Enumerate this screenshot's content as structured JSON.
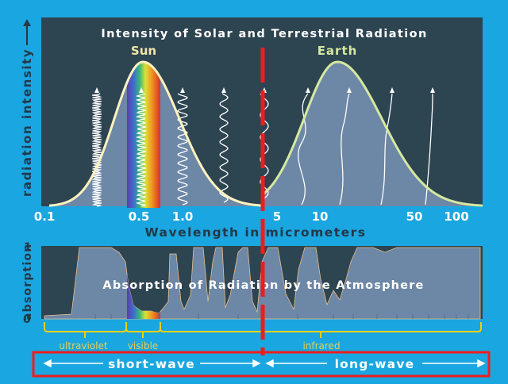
{
  "upper": {
    "title": "Intensity of Solar and Terrestrial Radiation",
    "sun_label": "Sun",
    "earth_label": "Earth",
    "ylabel": "radiation intensity"
  },
  "xaxis": {
    "label": "Wavelength in micrometers",
    "ticks": [
      "0.1",
      "0.5",
      "1.0",
      "5",
      "10",
      "50",
      "100"
    ]
  },
  "lower": {
    "title": "Absorption of Radiation by the Atmosphere",
    "ylabel": "absorption",
    "ytick_top": "1",
    "ytick_bottom": "0"
  },
  "bands": {
    "ultraviolet": "ultraviolet",
    "visible": "visible",
    "infrared": "infrared"
  },
  "ranges": {
    "short": "short-wave",
    "long": "long-wave"
  },
  "colors": {
    "background": "#1aa6e0",
    "panel": "#2d4451",
    "curve_fill": "#6d87a6",
    "sun_curve": "#fff2bf",
    "earth_curve": "#d5e8a0",
    "bracket": "#f5d000",
    "band_text": "#e8cf52",
    "divider": "#ee1d1d"
  },
  "chart_data": {
    "type": "area",
    "xscale": "log",
    "xlim": [
      0.1,
      150
    ],
    "series": [
      {
        "name": "Sun",
        "peak_wavelength": 0.5
      },
      {
        "name": "Earth",
        "peak_wavelength": 10
      }
    ]
  }
}
